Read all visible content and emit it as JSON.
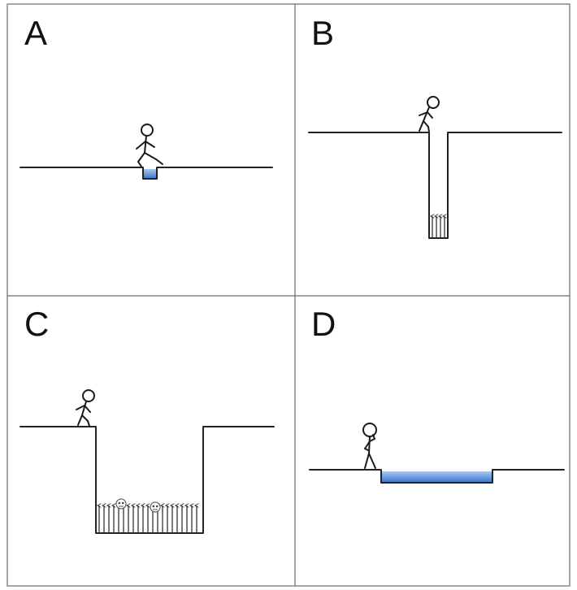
{
  "panels": [
    {
      "id": "A",
      "label": "A"
    },
    {
      "id": "B",
      "label": "B"
    },
    {
      "id": "C",
      "label": "C"
    },
    {
      "id": "D",
      "label": "D"
    }
  ],
  "colors": {
    "water": "#5b8fd6",
    "water_dark": "#2f5ea8",
    "line": "#222222",
    "grid": "#6b6b6b"
  },
  "icons": [
    "stick-figure-icon",
    "spike-arrow-icon",
    "skull-icon"
  ]
}
